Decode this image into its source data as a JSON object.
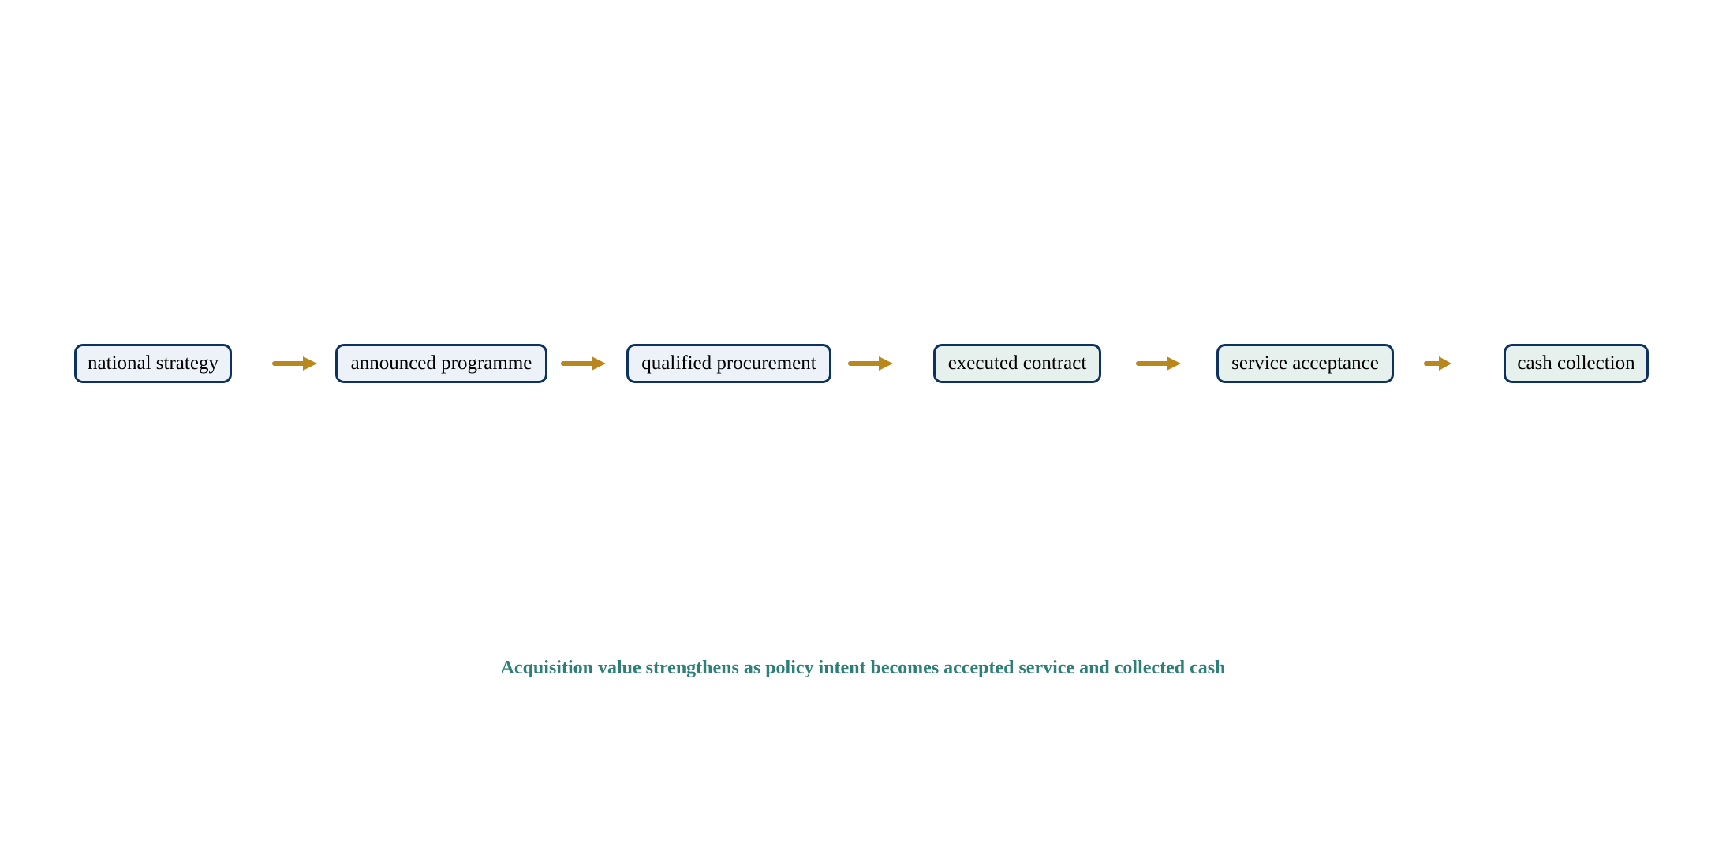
{
  "diagram": {
    "nodes": [
      {
        "id": "n1",
        "label": "national strategy",
        "stage": "early"
      },
      {
        "id": "n2",
        "label": "announced programme",
        "stage": "early"
      },
      {
        "id": "n3",
        "label": "qualified procurement",
        "stage": "early"
      },
      {
        "id": "n4",
        "label": "executed contract",
        "stage": "late"
      },
      {
        "id": "n5",
        "label": "service acceptance",
        "stage": "late"
      },
      {
        "id": "n6",
        "label": "cash collection",
        "stage": "late"
      }
    ],
    "edges": [
      {
        "from": "n1",
        "to": "n2"
      },
      {
        "from": "n2",
        "to": "n3"
      },
      {
        "from": "n3",
        "to": "n4"
      },
      {
        "from": "n4",
        "to": "n5"
      },
      {
        "from": "n5",
        "to": "n6"
      }
    ],
    "caption": "Acquisition value strengthens as policy intent becomes accepted service and collected cash"
  },
  "colors": {
    "node_border": "#0e3260",
    "node_fill_early": "#edf2f8",
    "node_fill_late": "#e6f1ee",
    "arrow": "#b8871e",
    "caption": "#2e7f78"
  }
}
